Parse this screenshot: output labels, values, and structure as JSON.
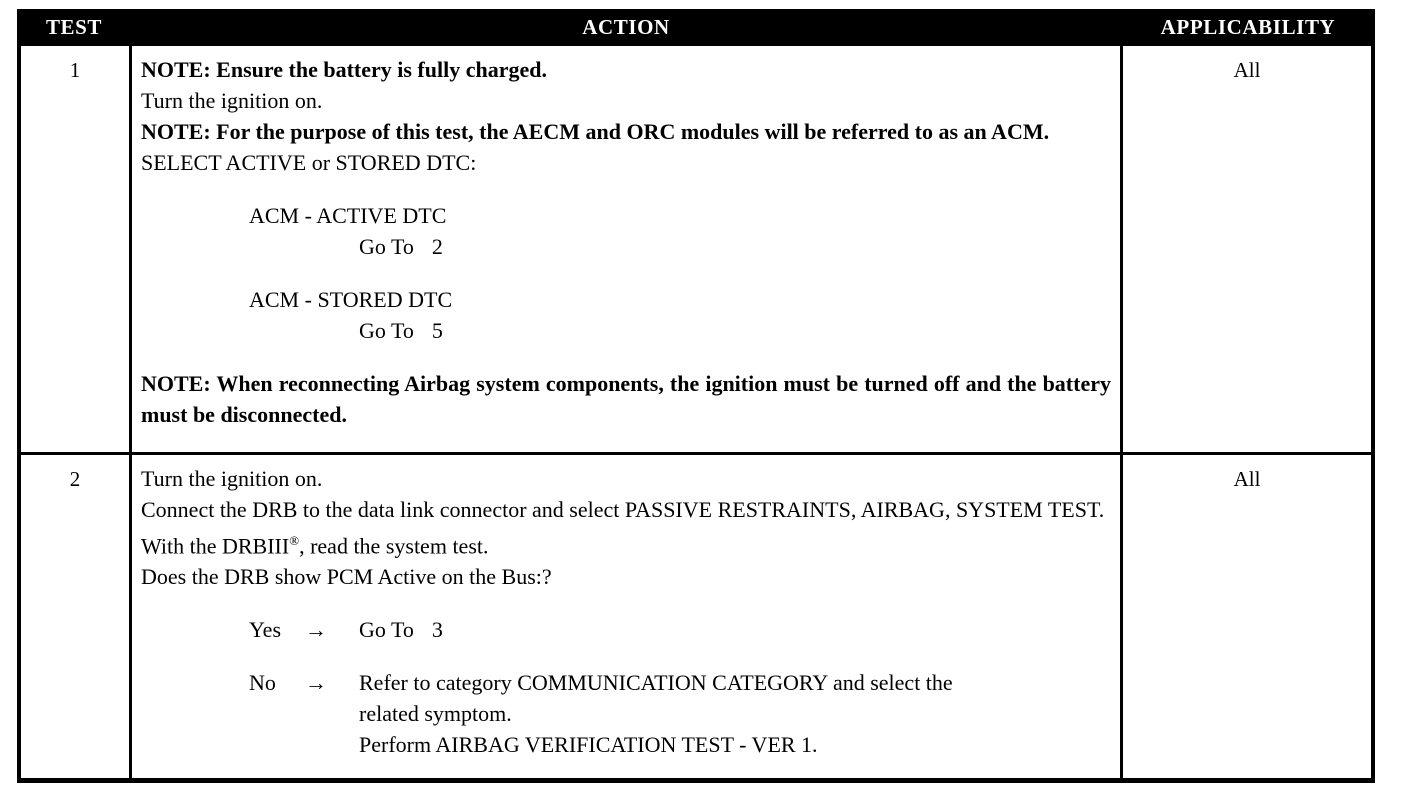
{
  "table": {
    "headers": {
      "test": "TEST",
      "action": "ACTION",
      "applicability": "APPLICABILITY"
    },
    "rows": [
      {
        "test": "1",
        "applicability": "All",
        "action": {
          "note_1": "NOTE: Ensure the battery is fully charged.",
          "line_1": "Turn the ignition on.",
          "note_2": "NOTE: For the purpose of this test, the AECM and ORC modules will be referred to as an ACM.",
          "line_2": "SELECT ACTIVE or STORED DTC:",
          "option_1_label": "ACM - ACTIVE DTC",
          "option_1_goto": "Go To",
          "option_1_target": "2",
          "option_2_label": "ACM - STORED DTC",
          "option_2_goto": "Go To",
          "option_2_target": "5",
          "note_3": "NOTE: When reconnecting Airbag system components, the ignition must be turned off and the battery must be disconnected."
        }
      },
      {
        "test": "2",
        "applicability": "All",
        "action": {
          "line_1": "Turn the ignition on.",
          "line_2": "Connect the DRB to the data link connector and select PASSIVE RESTRAINTS, AIRBAG, SYSTEM TEST.",
          "line_3_pre": "With the DRBIII",
          "line_3_sup": "®",
          "line_3_post": ", read the system test.",
          "line_4": "Does the DRB show PCM Active on the Bus:?",
          "branch_yes_label": "Yes",
          "branch_yes_arrow": "→",
          "branch_yes_goto": "Go To",
          "branch_yes_target": "3",
          "branch_no_label": "No",
          "branch_no_arrow": "→",
          "branch_no_text_1": "Refer to category COMMUNICATION CATEGORY and select the",
          "branch_no_text_2": "related symptom.",
          "branch_no_text_3": "Perform AIRBAG VERIFICATION TEST - VER 1."
        }
      }
    ]
  }
}
